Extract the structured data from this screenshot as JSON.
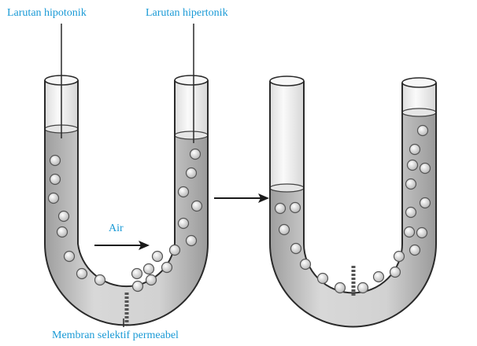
{
  "labels": {
    "hypotonic": "Larutan hipotonik",
    "hypertonic": "Larutan hipertonik",
    "water": "Air",
    "membrane": "Membran selektif permeabel"
  },
  "colors": {
    "label_text": "#1a9ad6",
    "tube_outline": "#2a2a2a",
    "liquid": "#cfcfcf",
    "glass": "#f4f4f4",
    "solute": "#e2e2e2"
  }
}
